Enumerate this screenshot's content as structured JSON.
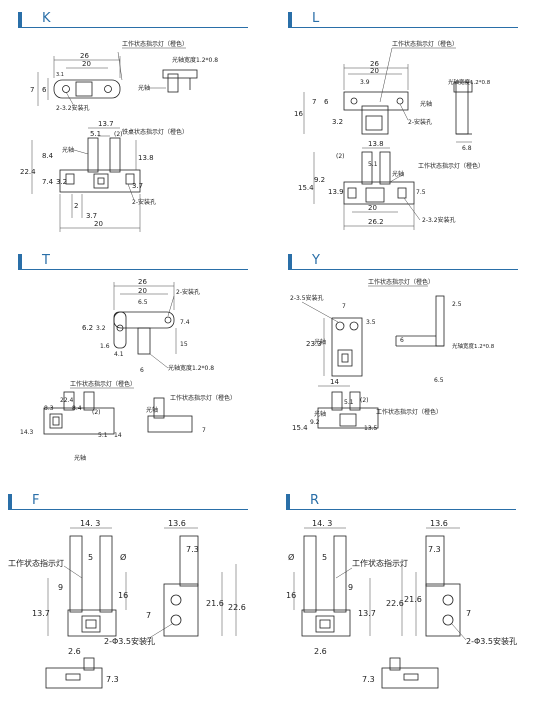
{
  "panels": {
    "K": {
      "title": "K",
      "labels": {
        "indicator": "工作状态指示灯（橙色）",
        "slot_width": "光轴宽度1.2*0.8",
        "axis": "光轴",
        "mount": "2-3.2安装孔",
        "indicator2": "铁桌状态指示灯（橙色）",
        "mount2": "2-安装孔"
      },
      "dims": [
        "26",
        "20",
        "7",
        "6",
        "3.1",
        "13.7",
        "5.1",
        "(2)",
        "8.4",
        "22.4",
        "7.4",
        "3.2",
        "13.8",
        "3.7",
        "2",
        "3.7",
        "20"
      ]
    },
    "L": {
      "title": "L",
      "labels": {
        "indicator": "工作状态指示灯（橙色）",
        "slot_width": "光轴宽度1.2*0.8",
        "axis": "光轴",
        "mount": "2-安装孔",
        "indicator2": "工作状态指示灯（橙色）",
        "axis2": "光轴",
        "mount2": "2-3.2安装孔"
      },
      "dims": [
        "26",
        "20",
        "3.9",
        "7",
        "6",
        "16",
        "3.2",
        "6.8",
        "13.8",
        "(2)",
        "5.1",
        "9.2",
        "15.4",
        "13.9",
        "7.5",
        "20",
        "26.2"
      ]
    },
    "T": {
      "title": "T",
      "labels": {
        "mount": "2-安装孔",
        "slot_width": "光轴宽度1.2*0.8",
        "indicator": "工作状态指示灯（橙色）",
        "indicator2": "工作状态指示灯（橙色）",
        "axis": "光轴",
        "axis2": "光轴"
      },
      "dims": [
        "26",
        "20",
        "6.5",
        "6.2",
        "3.2",
        "7.4",
        "1.6",
        "4.1",
        "15",
        "6",
        "22.4",
        "8.3",
        "8.4",
        "(2)",
        "14.3",
        "5.1",
        "14",
        "7"
      ]
    },
    "Y": {
      "title": "Y",
      "labels": {
        "indicator": "工作状态指示灯（橙色）",
        "mount": "2-3.5安装孔",
        "axis": "光轴",
        "slot_width": "光轴宽度1.2*0.8",
        "indicator2": "工作状态指示灯（橙色）",
        "axis2": "光轴"
      },
      "dims": [
        "7",
        "3.5",
        "23.3",
        "2.5",
        "6",
        "6.5",
        "14",
        "5.1",
        "(2)",
        "9.2",
        "15.4",
        "13.5"
      ]
    },
    "F": {
      "title": "F",
      "labels": {
        "indicator": "工作状态指示灯",
        "mount": "2-Φ3.5安装孔"
      },
      "dims": [
        "14. 3",
        "5",
        "Ø",
        "9",
        "16",
        "13.7",
        "2.6",
        "13.6",
        "7.3",
        "21.6",
        "22.6",
        "7",
        "7.3"
      ]
    },
    "R": {
      "title": "R",
      "labels": {
        "indicator": "工作状态指示灯",
        "mount": "2-Φ3.5安装孔"
      },
      "dims": [
        "14. 3",
        "5",
        "Ø",
        "9",
        "16",
        "13.7",
        "2.6",
        "13.6",
        "7.3",
        "22.6",
        "21.6",
        "7",
        "7.3"
      ]
    }
  }
}
